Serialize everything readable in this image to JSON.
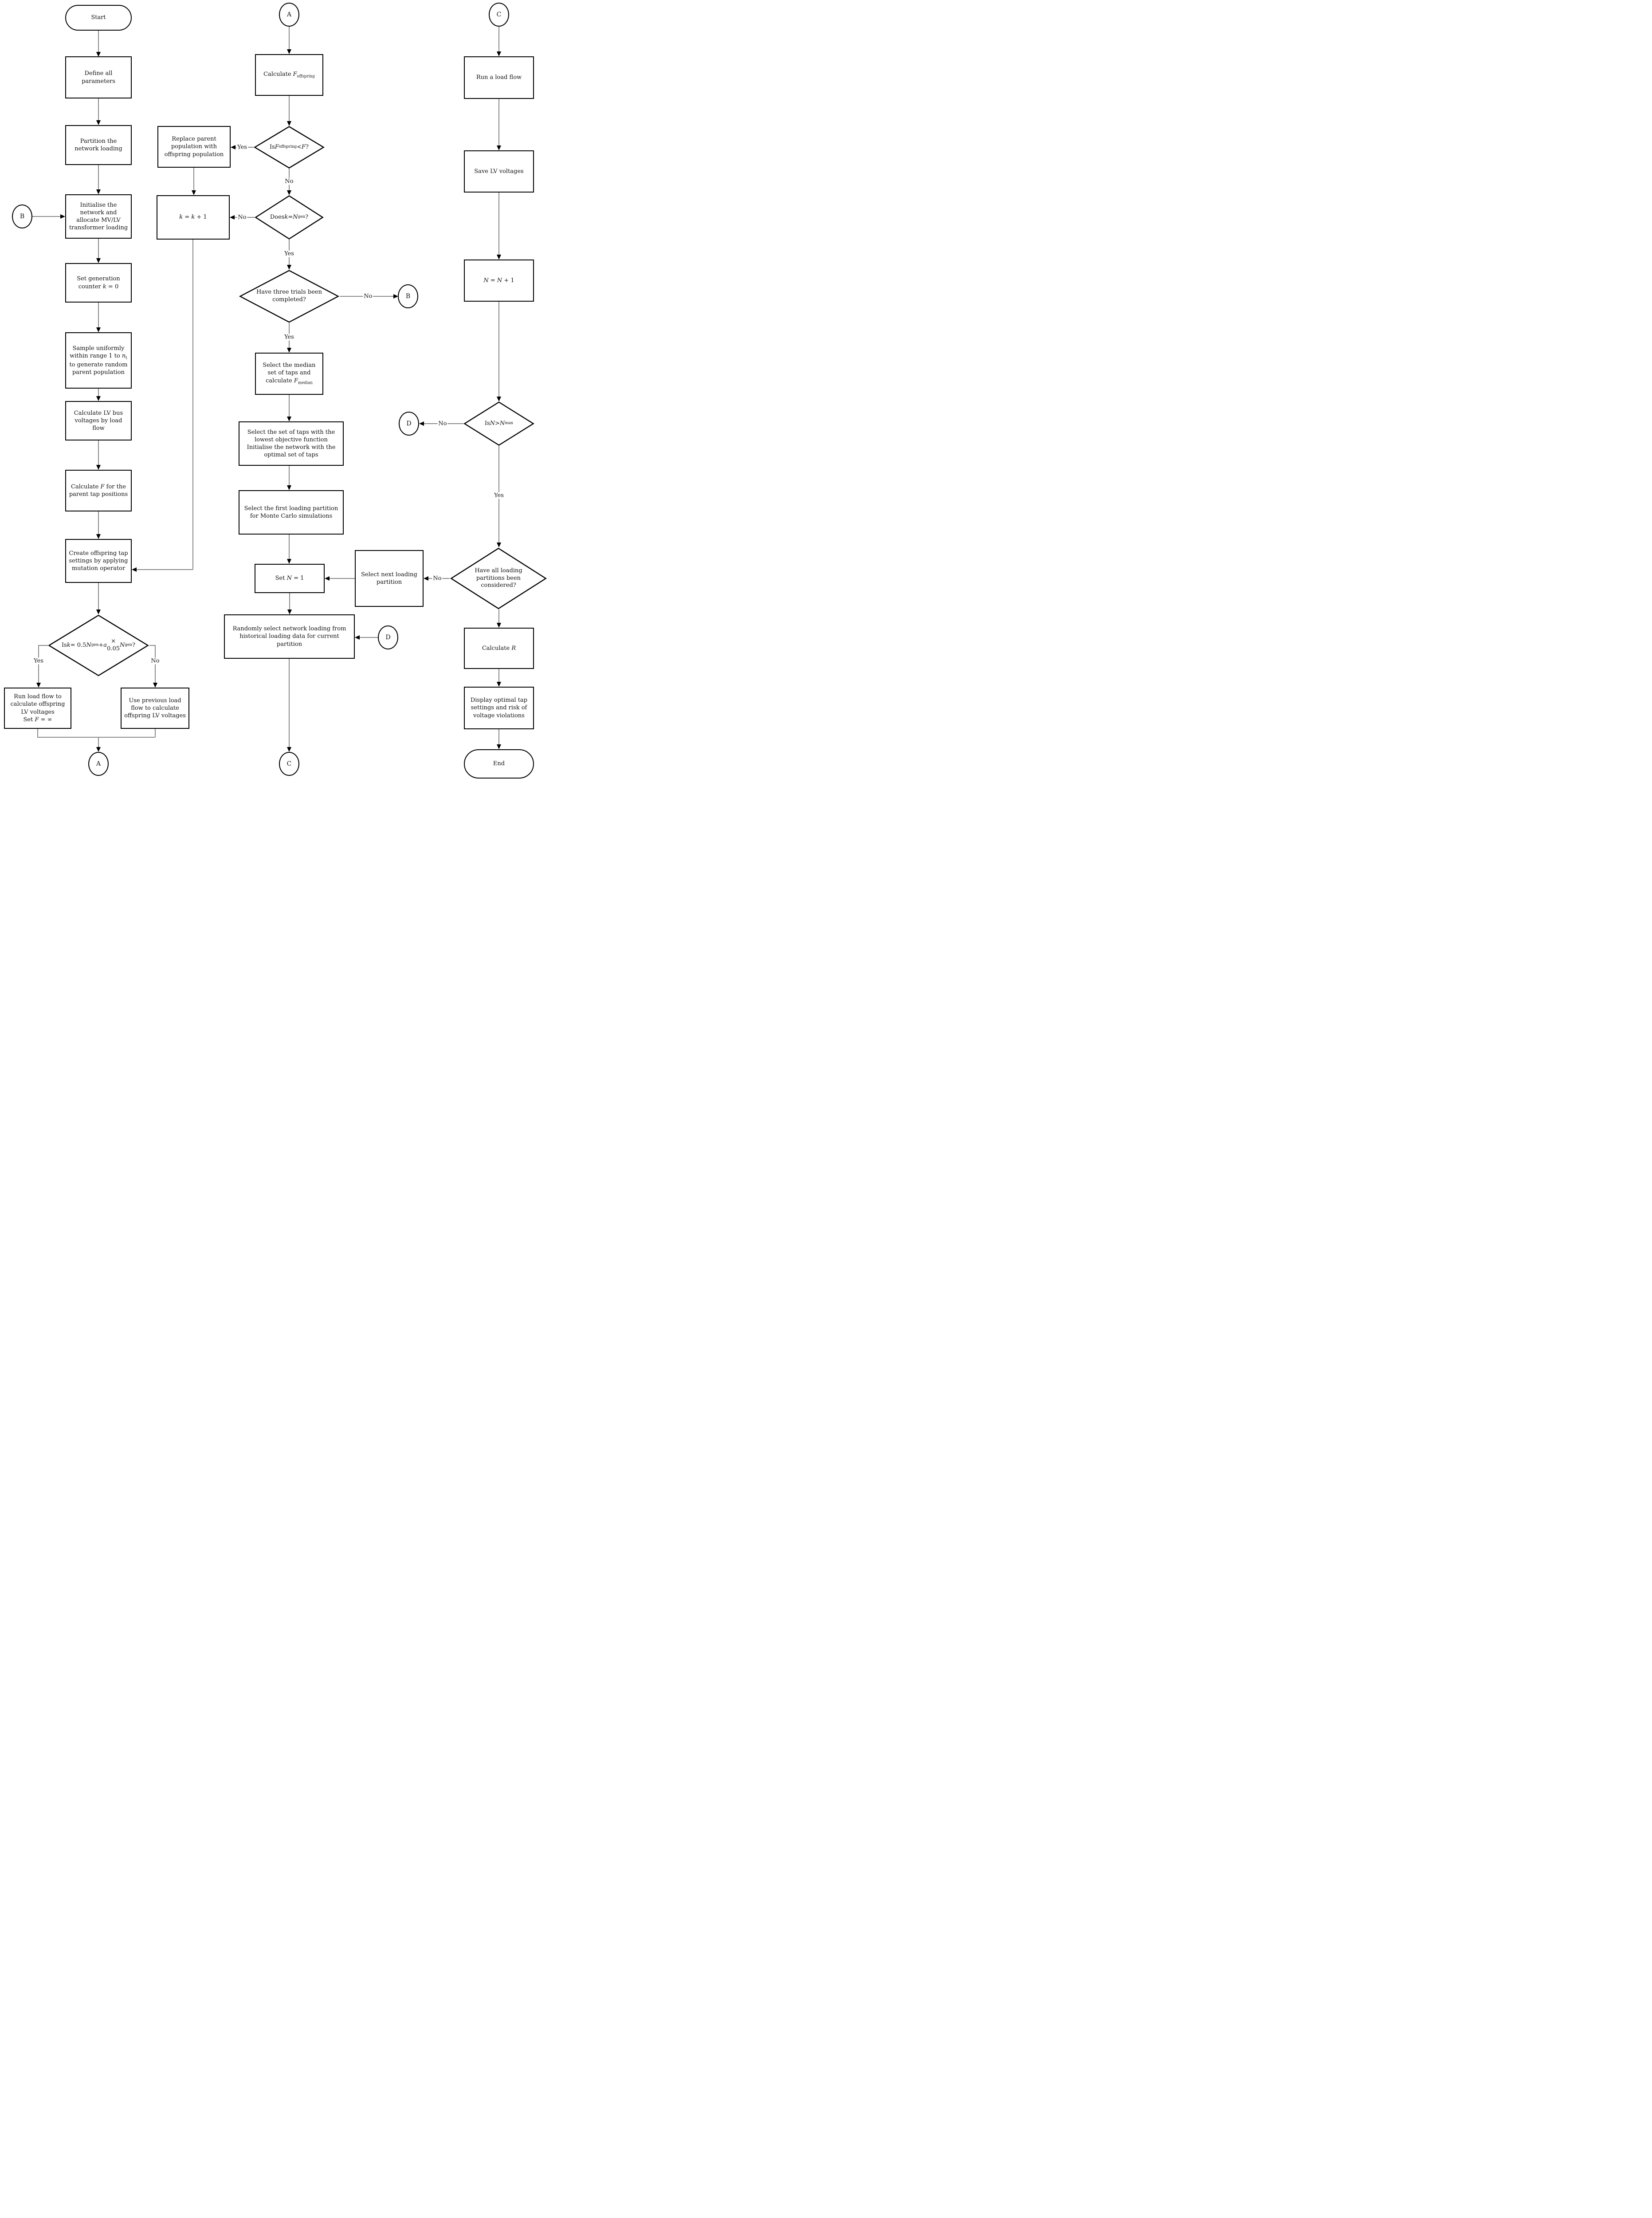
{
  "diagram": {
    "labels": {
      "yes": "Yes",
      "no": "No"
    },
    "connectors": {
      "a": "A",
      "b": "B",
      "c": "C",
      "d": "D"
    },
    "colors": {
      "line": "#8a8a8a",
      "shape_border": "#000000",
      "fill": "#ffffff",
      "text": "#111111"
    },
    "nodes": {
      "start": "Start",
      "define_parameters": "Define all parameters",
      "partition_loading": "Partition the network loading",
      "initialise_network": "Initialise the network and allocate MV/LV transformer loading",
      "set_generation_counter": "Set generation counter *k* = 0",
      "sample_uniformly": "Sample uniformly within range 1 to *n*~t~ to generate random parent population",
      "calculate_lv_bus": "Calculate LV bus voltages by load flow",
      "calculate_f_parent": "Calculate *F* for the parent tap positions",
      "create_offspring": "Create offspring tap settings by applying mutation operator",
      "k_mutation_check": "Is *k* = 0.5*N*~gen~ + *a* ×\n0.05*N*~gen~?",
      "run_load_flow_offspring": "Run load flow to calculate offspring LV voltages\nSet *F* = ∞",
      "use_previous_load_flow": "Use previous load flow to calculate offspring LV voltages",
      "calculate_f_offspring": "Calculate *F*~offspring~",
      "f_offspring_check": "Is *F*~offspring~ < *F*?",
      "replace_parent": "Replace parent population with offspring population",
      "increment_k": "*k* = *k* + 1",
      "k_ngen_check": "Does *k* = *N*~gen~?",
      "three_trials_check": "Have three trials been completed?",
      "select_median": "Select the median set of taps and calculate *F*~median~",
      "select_lowest": "Select the set of taps with the lowest objective function\nInitialise the network with the optimal set of taps",
      "select_first_partition": "Select the first loading partition for Monte Carlo simulations",
      "set_n": "Set *N* = 1",
      "select_next_partition": "Select next loading partition",
      "random_select_loading": "Randomly select network loading from historical loading data for current partition",
      "run_load_flow": "Run a load flow",
      "save_lv_voltages": "Save LV voltages",
      "increment_n": "*N* = *N* + 1",
      "n_max_check": "Is *N* > *N*~max~",
      "partitions_check": "Have all loading partitions been considered?",
      "calculate_r": "Calculate *R*",
      "display_optimal": "Display optimal tap settings and risk of voltage violations",
      "end": "End"
    }
  }
}
